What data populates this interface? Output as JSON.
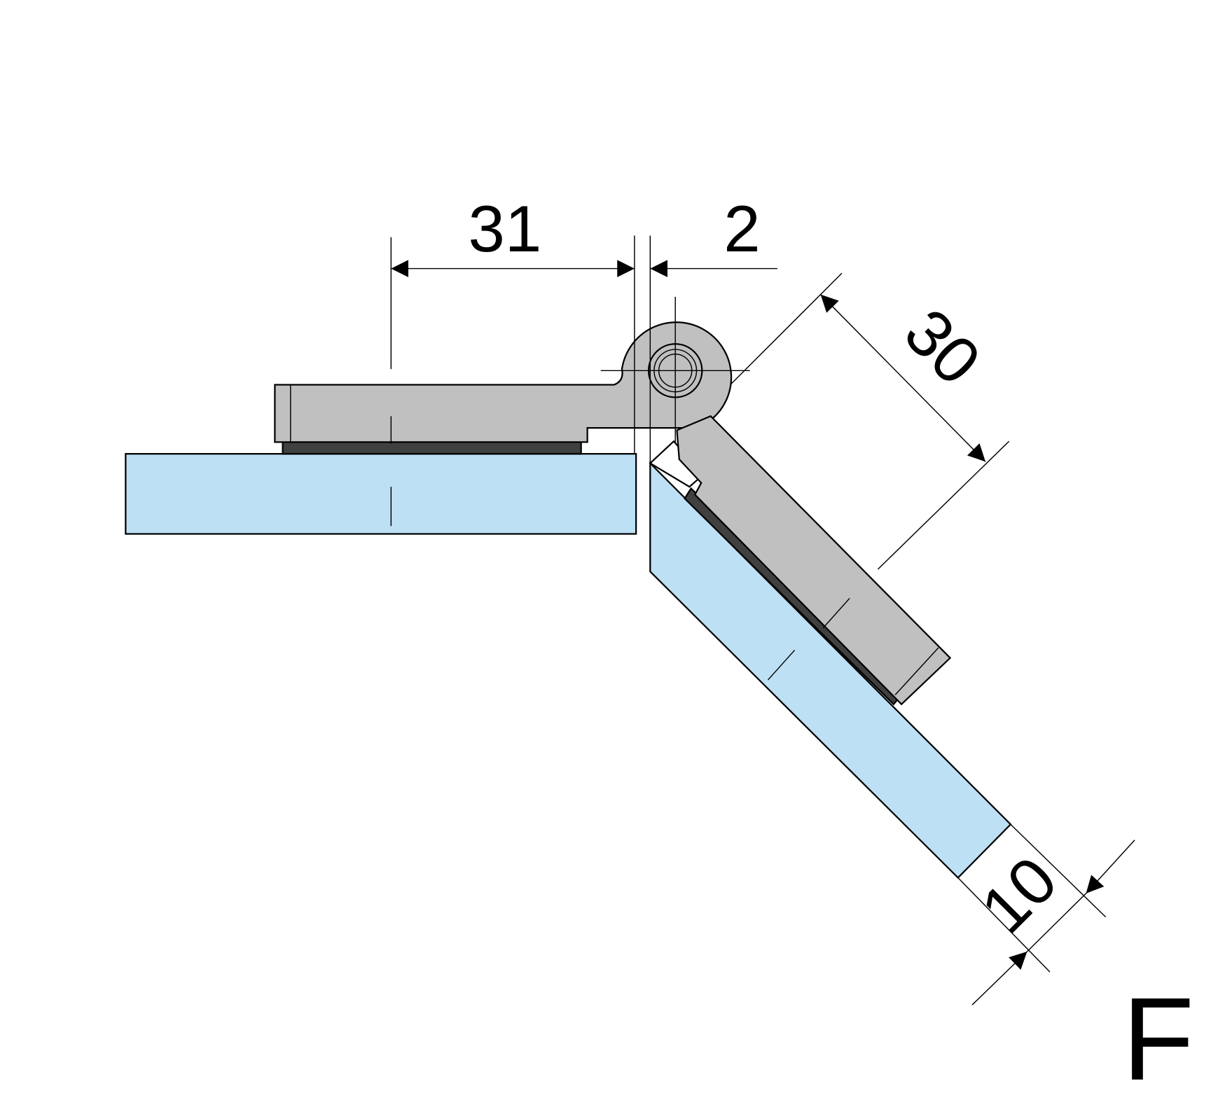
{
  "drawing": {
    "dimensions": {
      "plate_offset": "31",
      "gap": "2",
      "plate_width": "30",
      "glass_thickness": "10"
    },
    "view_label": "F",
    "colors": {
      "glass": "#bde0f5",
      "metal": "#c0c0c0",
      "gasket": "#404040"
    }
  }
}
